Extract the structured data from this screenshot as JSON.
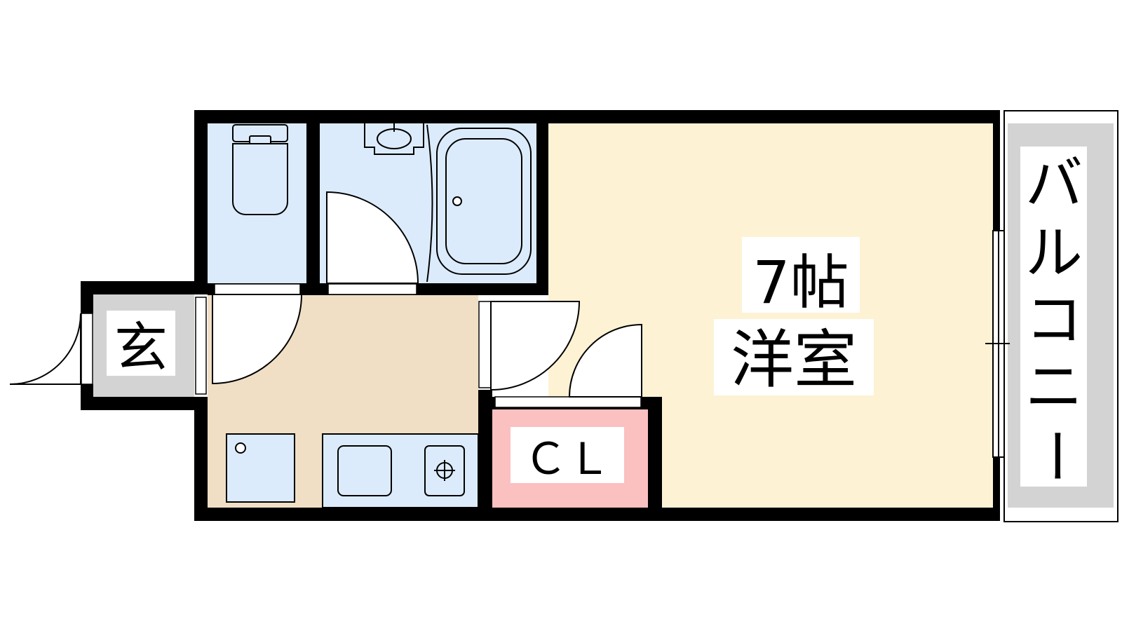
{
  "rooms": {
    "western": {
      "size": "7帖",
      "name": "洋室"
    },
    "entrance": {
      "name": "玄"
    },
    "closet": {
      "name": "ＣＬ"
    },
    "balcony": {
      "name": "バルコニー",
      "chars": [
        "バ",
        "ル",
        "コ",
        "ニ",
        "ー"
      ]
    }
  },
  "colors": {
    "wall": "#000000",
    "western": "#FDF2D4",
    "kitchen": "#F0DFC5",
    "wet_area": "#DCEBFB",
    "closet": "#FBC0C0",
    "balcony_floor": "#D3D3D3",
    "background": "#FFFFFF"
  }
}
